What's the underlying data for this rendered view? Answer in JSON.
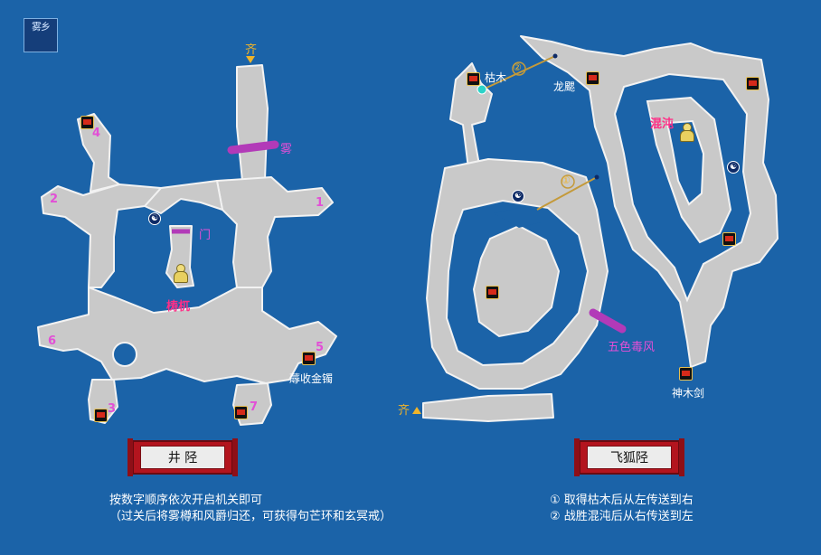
{
  "logo": {
    "text": "雾乡"
  },
  "well_map": {
    "name": "井 陉",
    "entrance": "齐",
    "fog_label": "雾",
    "door_label": "门",
    "boss_label": "梼杌",
    "switch_numbers": [
      "1",
      "2",
      "3",
      "4",
      "5",
      "6",
      "7"
    ],
    "item_label": "蓐收金镯"
  },
  "fox_map": {
    "name": "飞狐陉",
    "entrance": "齐",
    "kumu_label": "枯木",
    "longqi_label": "龙颸",
    "boss_label": "混沌",
    "wind_label": "五色毒风",
    "item_label": "神木剑",
    "teleport_1": "①",
    "teleport_2": "②"
  },
  "notes_left": {
    "line1": "按数字顺序依次开启机关即可",
    "line2": "（过关后将雾樽和风爵归还，可获得句芒环和玄冥戒）"
  },
  "notes_right": {
    "line1": "① 取得枯木后从左传送到右",
    "line2": "② 战胜混沌后从右传送到左"
  },
  "colors": {
    "background": "#1b63a8",
    "path": "#c9c9c9",
    "path_edge": "#f2f2f2",
    "magenta": "#e24fd6",
    "pink": "#ff2e86",
    "gold": "#f0b429",
    "plate_red": "#b3141e"
  },
  "icons": [
    "chest-icon",
    "yinyang-icon",
    "boss-icon",
    "teleport-icon"
  ]
}
